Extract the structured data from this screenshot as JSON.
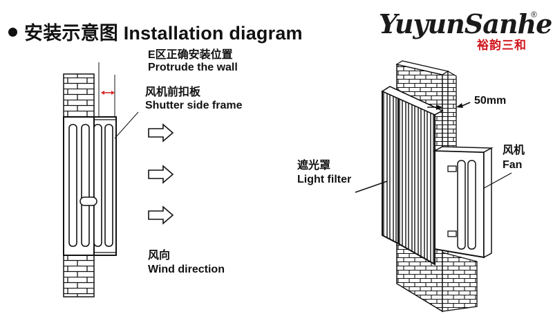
{
  "title": "安装示意图 Installation diagram",
  "brand": {
    "name": "YuyunSanhe",
    "registered": "®",
    "name_cn": "裕韵三和"
  },
  "left_labels": {
    "protrude_cn": "E区正确安装位置",
    "protrude_en": "Protrude  the wall",
    "frame_cn": "风机前扣板",
    "frame_en": "Shutter side frame",
    "wind_cn": "风向",
    "wind_en": "Wind direction"
  },
  "right_labels": {
    "gap": "50mm",
    "filter_cn": "遮光罩",
    "filter_en": "Light filter",
    "fan_cn": "风机",
    "fan_en": "Fan"
  },
  "colors": {
    "brand_red": "#d0151d",
    "line": "#111111",
    "arrow": "#d62828"
  }
}
